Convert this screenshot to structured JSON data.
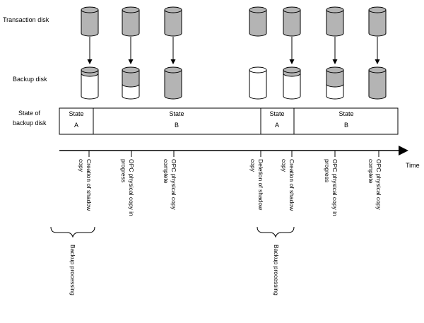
{
  "row_labels": {
    "transaction_disk": "Transaction disk",
    "backup_disk": "Backup disk",
    "state_line1": "State of",
    "state_line2": "backup disk"
  },
  "states": [
    {
      "line1": "State",
      "line2": "A"
    },
    {
      "line1": "State",
      "line2": "B"
    },
    {
      "line1": "State",
      "line2": "A"
    },
    {
      "line1": "State",
      "line2": "B"
    }
  ],
  "time_label": "Time",
  "events": [
    {
      "line1": "Creation of shadow",
      "line2": "copy"
    },
    {
      "line1": "OPC physical copy in",
      "line2": "progress"
    },
    {
      "line1": "OPC physical copy",
      "line2": "complete"
    },
    {
      "line1": "Deletion of shadow",
      "line2": "copy"
    },
    {
      "line1": "Creation of shadow",
      "line2": "copy"
    },
    {
      "line1": "OPC physical copy in",
      "line2": "progress"
    },
    {
      "line1": "OPC physical copy",
      "line2": "complete"
    }
  ],
  "backup_labels": [
    "Backup processing",
    "Backup processing"
  ],
  "backup_disk_fill": [
    "top",
    "partial",
    "full",
    "empty",
    "top",
    "partial",
    "full"
  ],
  "colors": {
    "disk_gray": "#b4b4b4",
    "line": "#000000",
    "background": "#ffffff"
  }
}
